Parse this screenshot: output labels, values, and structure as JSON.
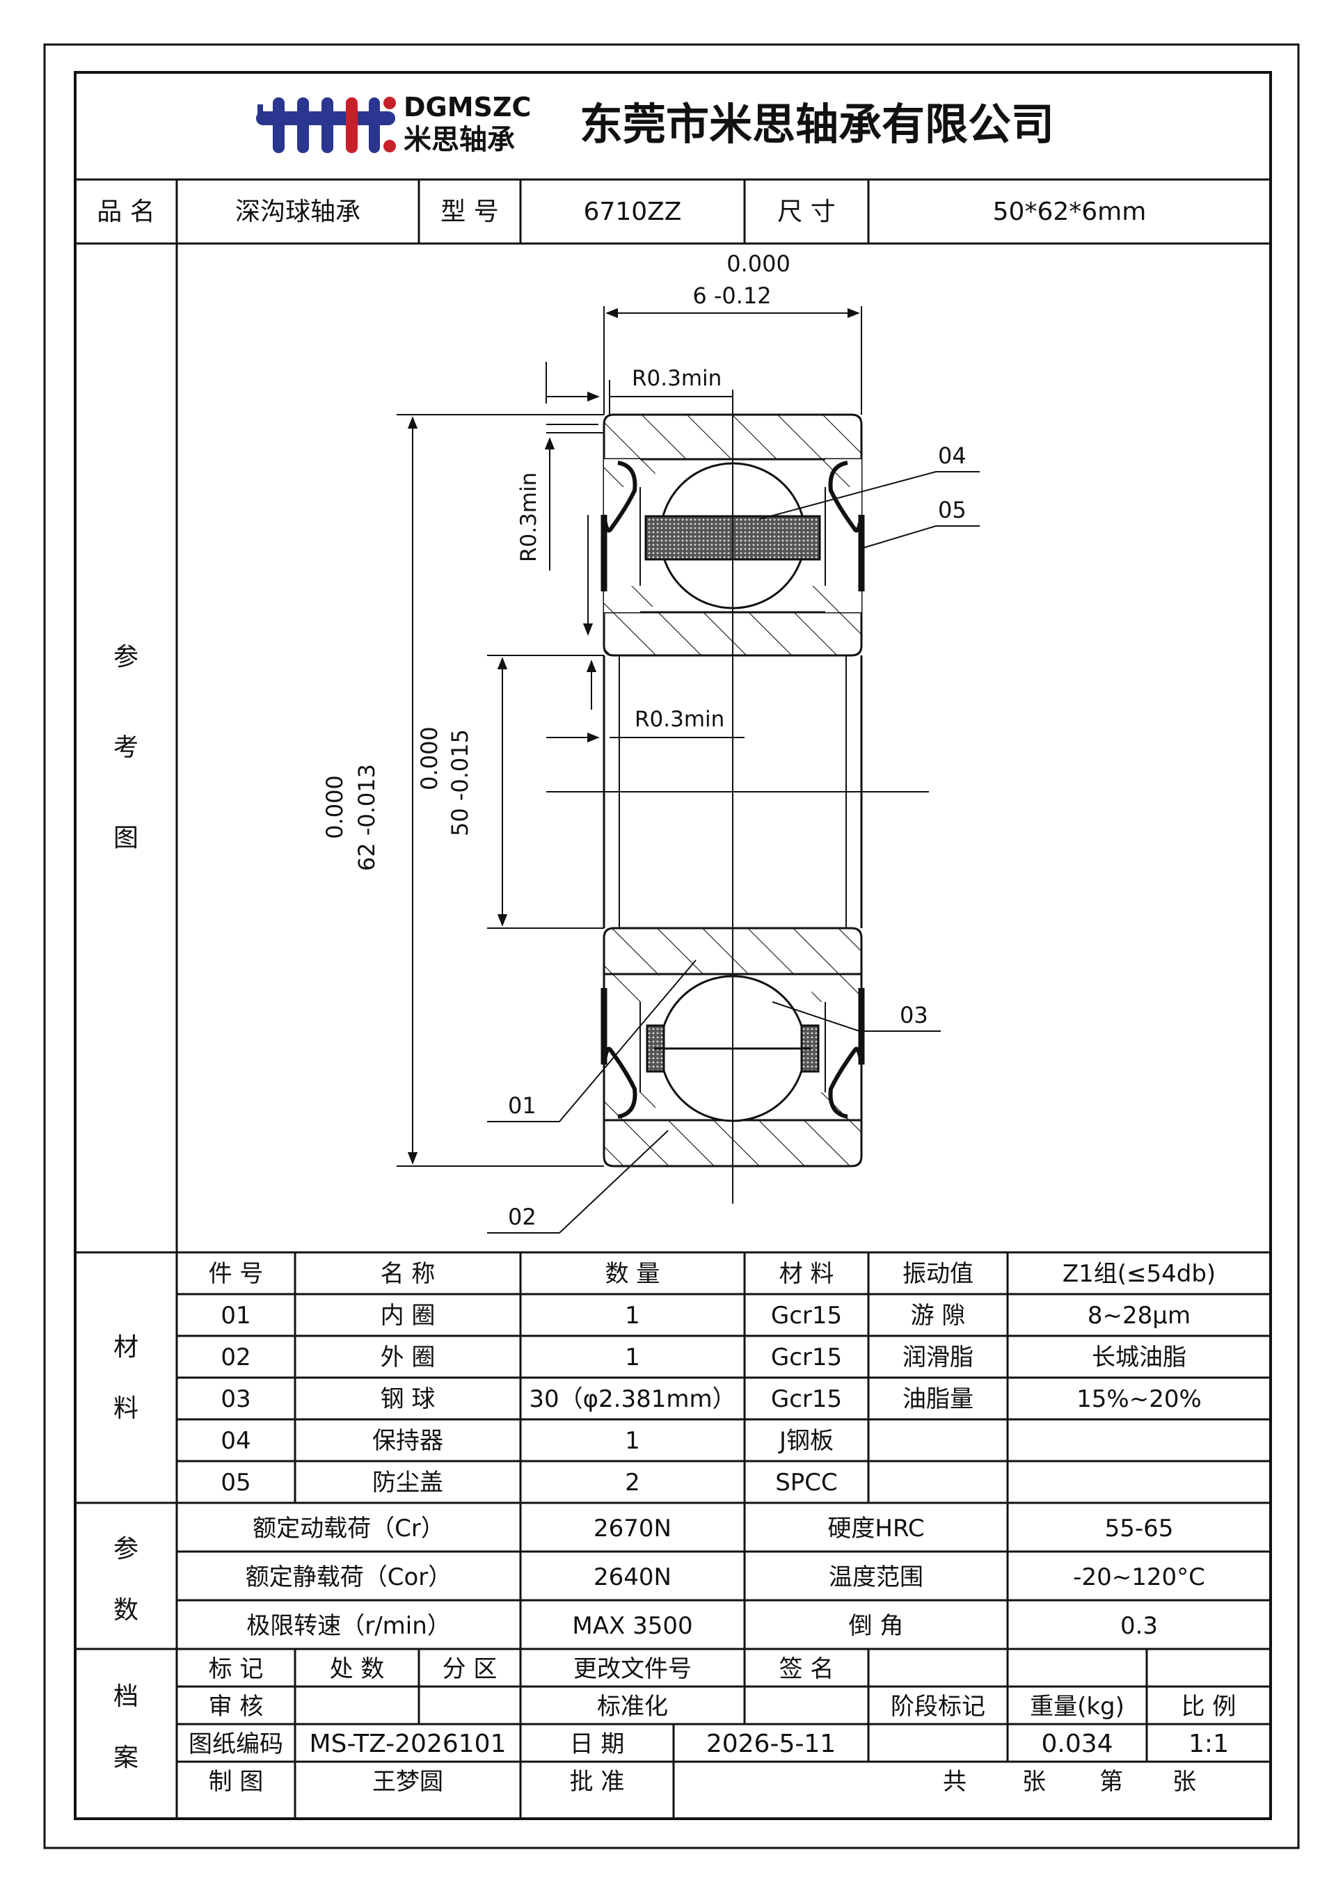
{
  "header": {
    "logo_en": "DGMSZC",
    "logo_cn": "米思轴承",
    "company": "东莞市米思轴承有限公司"
  },
  "product": {
    "name_label": "品 名",
    "name_value": "深沟球轴承",
    "model_label": "型 号",
    "model_value": "6710ZZ",
    "size_label": "尺 寸",
    "size_value": "50*62*6mm"
  },
  "drawing": {
    "side_label": [
      "参",
      "考",
      "图"
    ],
    "width_tol_upper": "0.000",
    "width_dim": "6  -0.12",
    "r_top": "R0.3min",
    "r_side": "R0.3min",
    "r_bore": "R0.3min",
    "od_tol_upper": "0.000",
    "od_dim": "62  -0.013",
    "id_tol_upper": "0.000",
    "id_dim": "50 -0.015",
    "callouts": [
      "01",
      "02",
      "03",
      "04",
      "05"
    ]
  },
  "materials": {
    "side_label": [
      "材",
      "料"
    ],
    "headers": [
      "件 号",
      "名 称",
      "数 量",
      "材 料",
      "振动值",
      "Z1组(≤54db)"
    ],
    "rows": [
      [
        "01",
        "内 圈",
        "1",
        "Gcr15",
        "游 隙",
        "8~28μm"
      ],
      [
        "02",
        "外 圈",
        "1",
        "Gcr15",
        "润滑脂",
        "长城油脂"
      ],
      [
        "03",
        "钢 球",
        "30（φ2.381mm）",
        "Gcr15",
        "油脂量",
        "15%~20%"
      ],
      [
        "04",
        "保持器",
        "1",
        "J钢板",
        "",
        ""
      ],
      [
        "05",
        "防尘盖",
        "2",
        "SPCC",
        "",
        ""
      ]
    ]
  },
  "params": {
    "side_label": [
      "参",
      "数"
    ],
    "rows": [
      [
        "额定动载荷（Cr）",
        "2670N",
        "硬度HRC",
        "55-65"
      ],
      [
        "额定静载荷（Cor）",
        "2640N",
        "温度范围",
        "-20~120°C"
      ],
      [
        "极限转速（r/min）",
        "MAX 3500",
        "倒 角",
        "0.3"
      ]
    ]
  },
  "archive": {
    "side_label": [
      "档",
      "案"
    ],
    "mark": "标 记",
    "count": "处 数",
    "zone": "分 区",
    "change_doc": "更改文件号",
    "sign": "签 名",
    "review": "审 核",
    "standard": "标准化",
    "stage": "阶段标记",
    "weight_label": "重量(kg)",
    "scale_label": "比 例",
    "drawing_no_label": "图纸编码",
    "drawing_no": "MS-TZ-2026101",
    "date_label": "日 期",
    "date": "2026-5-11",
    "weight": "0.034",
    "scale": "1:1",
    "drawn_label": "制 图",
    "drawn_by": "王梦圆",
    "approve_label": "批 准",
    "sheets": [
      "共",
      "张",
      "第",
      "张"
    ]
  }
}
